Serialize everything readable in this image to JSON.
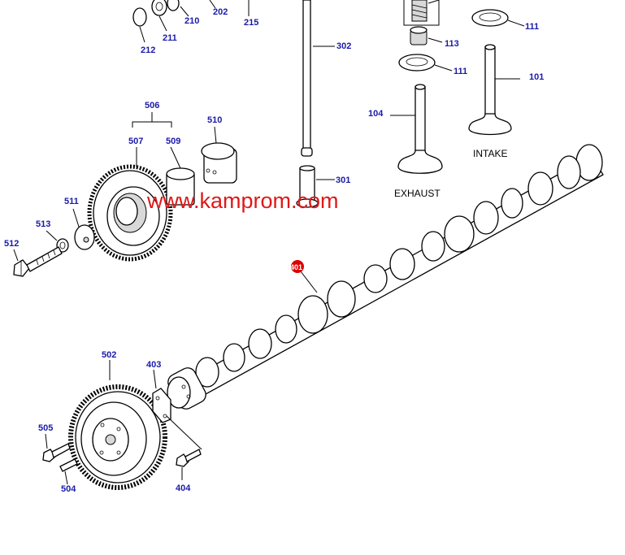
{
  "watermark": "www.kamprom.com",
  "captions": {
    "intake": "INTAKE",
    "exhaust": "EXHAUST"
  },
  "colors": {
    "callout": "#1a1aa8",
    "watermark": "#e01818",
    "highlight": "#dd0000"
  },
  "callouts": {
    "p212": "212",
    "p211": "211",
    "p210": "210",
    "p202": "202",
    "p215": "215",
    "p302": "302",
    "p301": "301",
    "p113": "113",
    "p111a": "111",
    "p111b": "111",
    "p101": "101",
    "p104": "104",
    "p506": "506",
    "p507": "507",
    "p509": "509",
    "p510": "510",
    "p511": "511",
    "p513": "513",
    "p512": "512",
    "p401": "401",
    "p502": "502",
    "p403": "403",
    "p505": "505",
    "p504": "504",
    "p404": "404"
  }
}
